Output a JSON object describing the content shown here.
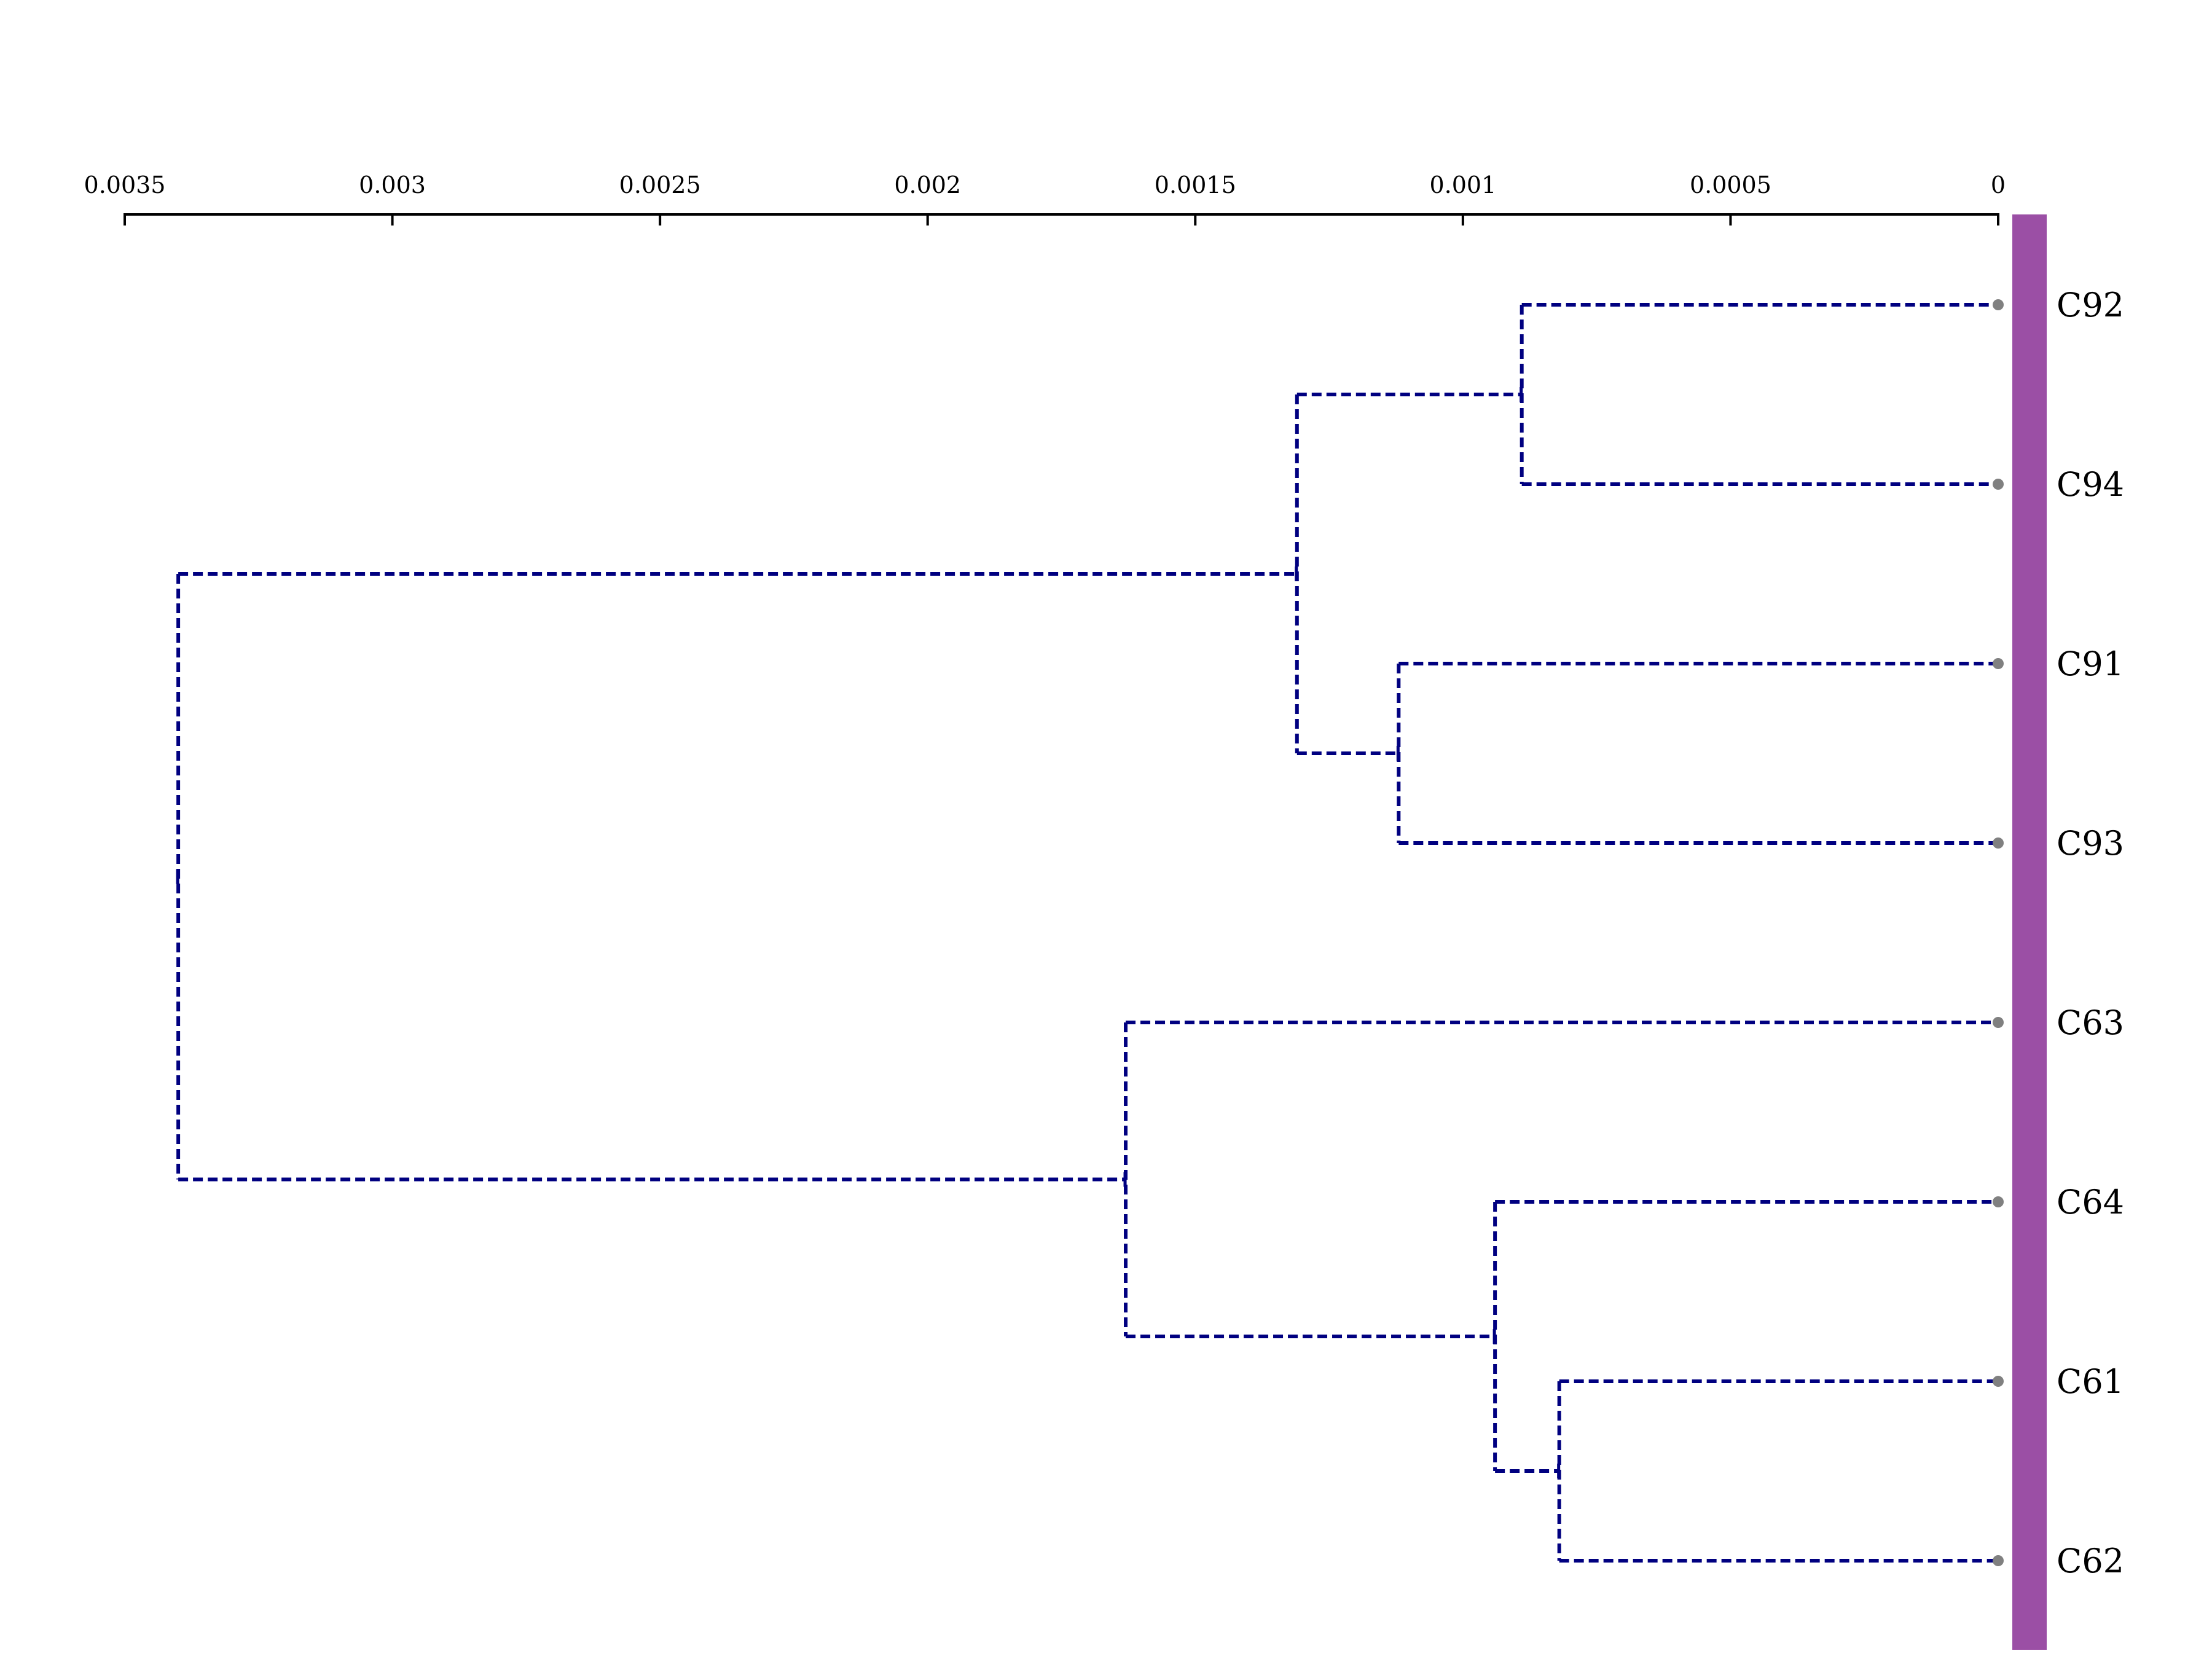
{
  "chart_data": {
    "type": "dendrogram",
    "orientation": "right",
    "axis": {
      "ticks": [
        {
          "value": 0.0035,
          "label": "0.0035"
        },
        {
          "value": 0.003,
          "label": "0.003"
        },
        {
          "value": 0.0025,
          "label": "0.0025"
        },
        {
          "value": 0.002,
          "label": "0.002"
        },
        {
          "value": 0.0015,
          "label": "0.0015"
        },
        {
          "value": 0.001,
          "label": "0.001"
        },
        {
          "value": 0.0005,
          "label": "0.0005"
        },
        {
          "value": 0,
          "label": "0"
        }
      ],
      "range": [
        0.0035,
        0
      ]
    },
    "leaves": [
      "C92",
      "C94",
      "C91",
      "C93",
      "C63",
      "C64",
      "C61",
      "C62"
    ],
    "merges": [
      {
        "id": "n1",
        "children": [
          "C92",
          "C94"
        ],
        "height": 0.00089
      },
      {
        "id": "n2",
        "children": [
          "C91",
          "C93"
        ],
        "height": 0.00112
      },
      {
        "id": "n3",
        "children": [
          "n1",
          "n2"
        ],
        "height": 0.00131
      },
      {
        "id": "n4",
        "children": [
          "C61",
          "C62"
        ],
        "height": 0.00082
      },
      {
        "id": "n5",
        "children": [
          "C64",
          "n4"
        ],
        "height": 0.00094
      },
      {
        "id": "n6",
        "children": [
          "C63",
          "n5"
        ],
        "height": 0.00163
      },
      {
        "id": "n7",
        "children": [
          "n3",
          "n6"
        ],
        "height": 0.0034
      }
    ],
    "colors": {
      "branch": "#000080",
      "leaf_marker": "#808080",
      "cluster_bar": "#9b4fa5",
      "axis": "#000000"
    }
  }
}
